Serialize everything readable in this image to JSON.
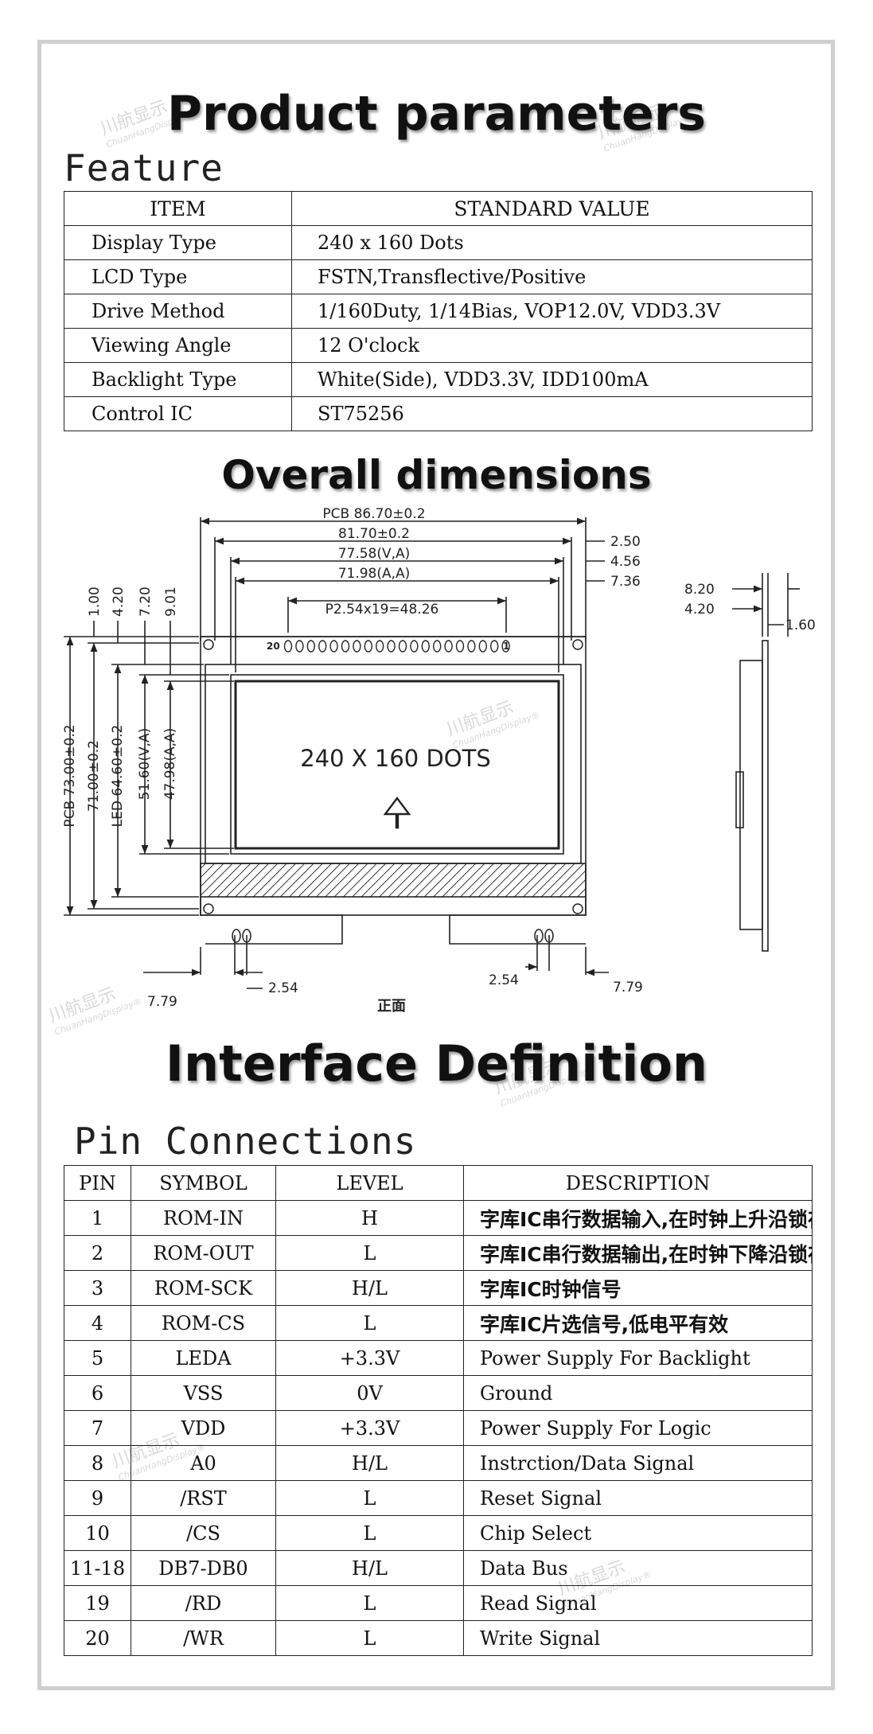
{
  "titles": {
    "product_parameters": "Product parameters",
    "feature": "Feature",
    "overall_dimensions": "Overall dimensions",
    "interface_definition": "Interface Definition",
    "pin_connections": "Pin Connections"
  },
  "feature_table": {
    "headers": [
      "ITEM",
      "STANDARD VALUE"
    ],
    "rows": [
      [
        "Display Type",
        "240 x 160 Dots"
      ],
      [
        "LCD Type",
        "FSTN,Transflective/Positive"
      ],
      [
        "Drive Method",
        "1/160Duty, 1/14Bias, VOP12.0V, VDD3.3V"
      ],
      [
        "Viewing Angle",
        "12 O'clock"
      ],
      [
        "Backlight Type",
        "White(Side), VDD3.3V, IDD100mA"
      ],
      [
        "Control IC",
        "ST75256"
      ]
    ]
  },
  "drawing": {
    "pcb_width": "PCB 86.70±0.2",
    "w2": "81.70±0.2",
    "va_width": "77.58(V,A)",
    "aa_width": "71.98(A,A)",
    "pitch": "P2.54x19=48.26",
    "r1": "2.50",
    "r2": "4.56",
    "r3": "7.36",
    "left_ticks": [
      "1.00",
      "4.20",
      "7.20",
      "9.01"
    ],
    "pcb_height": "PCB 73.00±0.2",
    "h2": "71.00±0.2",
    "led_height": "LED 64.60±0.2",
    "va_height": "51.60(V,A)",
    "aa_height": "47.98(A,A)",
    "display_text": "240 X 160 DOTS",
    "pin20": "20",
    "pin1": "1",
    "bottom_left_pitch": "2.54",
    "bottom_left_offset": "7.79",
    "bottom_right_pitch": "2.54",
    "bottom_right_offset": "7.79",
    "front_label": "正面",
    "side_a": "8.20",
    "side_b": "4.20",
    "side_c": "1.60"
  },
  "pin_table": {
    "headers": [
      "PIN",
      "SYMBOL",
      "LEVEL",
      "DESCRIPTION"
    ],
    "rows": [
      [
        "1",
        "ROM-IN",
        "H",
        "字库IC串行数据输入,在时钟上升沿锁存"
      ],
      [
        "2",
        "ROM-OUT",
        "L",
        "字库IC串行数据输出,在时钟下降沿锁存"
      ],
      [
        "3",
        "ROM-SCK",
        "H/L",
        "字库IC时钟信号"
      ],
      [
        "4",
        "ROM-CS",
        "L",
        "字库IC片选信号,低电平有效"
      ],
      [
        "5",
        "LEDA",
        "+3.3V",
        "Power Supply For Backlight"
      ],
      [
        "6",
        "VSS",
        "0V",
        "Ground"
      ],
      [
        "7",
        "VDD",
        "+3.3V",
        "Power Supply For Logic"
      ],
      [
        "8",
        "A0",
        "H/L",
        "Instrction/Data Signal"
      ],
      [
        "9",
        "/RST",
        "L",
        "Reset Signal"
      ],
      [
        "10",
        "/CS",
        "L",
        "Chip Select"
      ],
      [
        "11-18",
        "DB7-DB0",
        "H/L",
        "Data Bus"
      ],
      [
        "19",
        "/RD",
        "L",
        "Read Signal"
      ],
      [
        "20",
        "/WR",
        "L",
        "Write Signal"
      ]
    ]
  },
  "watermark": {
    "cn": "川航显示",
    "en": "ChuanHangDisplay®"
  }
}
